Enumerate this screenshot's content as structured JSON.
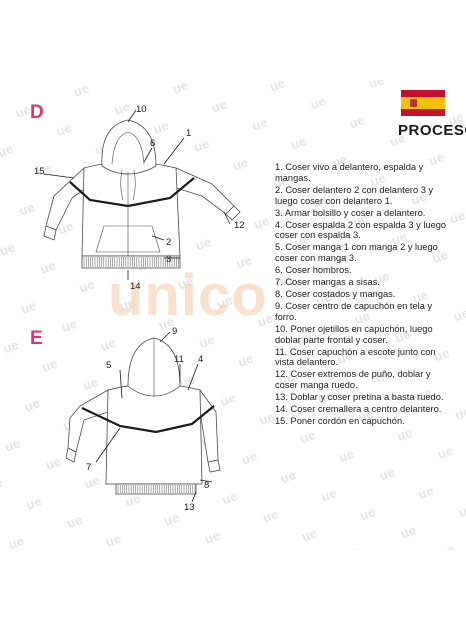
{
  "letters": {
    "d": "D",
    "e": "E"
  },
  "watermark_text": "unico",
  "watermark_tile": "ue",
  "header": {
    "title": "PROCESO"
  },
  "flag": {
    "colors": {
      "red": "#c8102e",
      "yellow": "#f6c200"
    }
  },
  "accent_color": "#e0317a",
  "front_callouts": [
    "10",
    "1",
    "6",
    "15",
    "12",
    "2",
    "3",
    "14"
  ],
  "back_callouts": [
    "9",
    "5",
    "11",
    "4",
    "7",
    "8",
    "13"
  ],
  "steps": [
    "1. Coser vivo a delantero, espalda y mangas.",
    "2. Coser delantero 2 con delantero 3 y luego coser con delantero 1.",
    "3. Armar bolsillo y coser a delantero.",
    "4. Coser espalda 2 con espalda 3 y luego coser con espalda 3.",
    "5. Coser manga 1 con manga 2 y luego coser con manga 3.",
    "6. Coser hombros.",
    "7. Coser mangas a sisas.",
    "8. Coser costados y mangas.",
    "9. Coser centro de capuchón en tela y forro.",
    "10. Poner ojetillos en capuchón, luego doblar parte frontal y coser.",
    "11. Coser capuchón a escote junto con vista delantero.",
    "12. Coser extremos de puño, doblar y coser manga ruedo.",
    "13. Doblar y coser pretina a basta ruedo.",
    "14. Coser cremallera a centro delantero.",
    "15. Poner cordón en capuchón."
  ]
}
